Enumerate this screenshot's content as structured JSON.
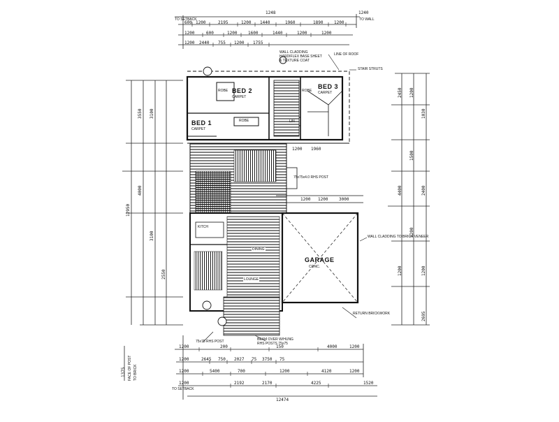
{
  "rooms": {
    "bed2": {
      "name": "BED 2",
      "floor": "CARPET"
    },
    "bed3": {
      "name": "BED 3",
      "floor": "CARPET"
    },
    "bed1": {
      "name": "BED 1",
      "floor": "CARPET"
    },
    "garage": {
      "name": "GARAGE",
      "floor": "CONC."
    },
    "lounge": {
      "name": "LOUNGE"
    },
    "dining": {
      "name": "DINING"
    },
    "kitchen": {
      "name": "KITCH"
    },
    "wir": {
      "name": "ROBE"
    },
    "linen": {
      "name": "LIN"
    },
    "robe2": {
      "name": "ROBE"
    },
    "robe3": {
      "name": "ROBE"
    }
  },
  "annotations": {
    "wall_cladding_top": "WALL CLADDING",
    "wall_cladding_top_2": "HARDIFLEX BASE SHEET",
    "wall_cladding_top_3": "& TEXTURE COAT",
    "line_of_roof": "LINE OF ROOF",
    "stair_struts": "STAIR STRUTS",
    "wall_cladding_garage": "WALL CLADDING TO BRICK VENEER",
    "return_brickwork": "RETURN BRICKWORK",
    "rhs_post_mid": "75x75x4.0 RHS POST",
    "rhs_post_bottom": "75x75 RHS POST",
    "beam_over": "BEAM OVER W/HUNG",
    "rhs_posts_bottom": "RHS POSTS 75x75",
    "setback_top": "TO SETBACK",
    "to_wall_top": "TO WALL",
    "setback_bottom": "TO SETBACK",
    "face_of_post": "FACE OF POST",
    "to_brick": "TO BRICK"
  },
  "dims_top": {
    "row1": [
      "1248",
      "1240"
    ],
    "row2": [
      "600",
      "1200",
      "2195",
      "1200",
      "1440",
      "1960",
      "1890",
      "1200"
    ],
    "row3": [
      "1200",
      "600",
      "1200",
      "1600",
      "1440",
      "1200",
      "1200"
    ],
    "row4": [
      "1200",
      "2440",
      "755",
      "1200",
      "1755"
    ]
  },
  "dims_bottom": {
    "row1": [
      "1200",
      "200",
      "150",
      "4000",
      "1200"
    ],
    "row2": [
      "1200",
      "2645",
      "750",
      "2027",
      "75",
      "3750",
      "75"
    ],
    "row3": [
      "1200",
      "5400",
      "700",
      "1200",
      "4120",
      "1200"
    ],
    "row4": [
      "1200",
      "2192",
      "2170",
      "4225",
      "1520"
    ],
    "row5": [
      "12474"
    ]
  },
  "dims_left": [
    "3550",
    "3100",
    "4000",
    "3100",
    "2550",
    "12950",
    "1375"
  ],
  "dims_right": [
    "2450",
    "1200",
    "1030",
    "4400",
    "1500",
    "2400",
    "1200",
    "1200",
    "1200",
    "2695"
  ],
  "dims_interior": [
    "1200",
    "1960",
    "1200",
    "1200",
    "3000"
  ]
}
